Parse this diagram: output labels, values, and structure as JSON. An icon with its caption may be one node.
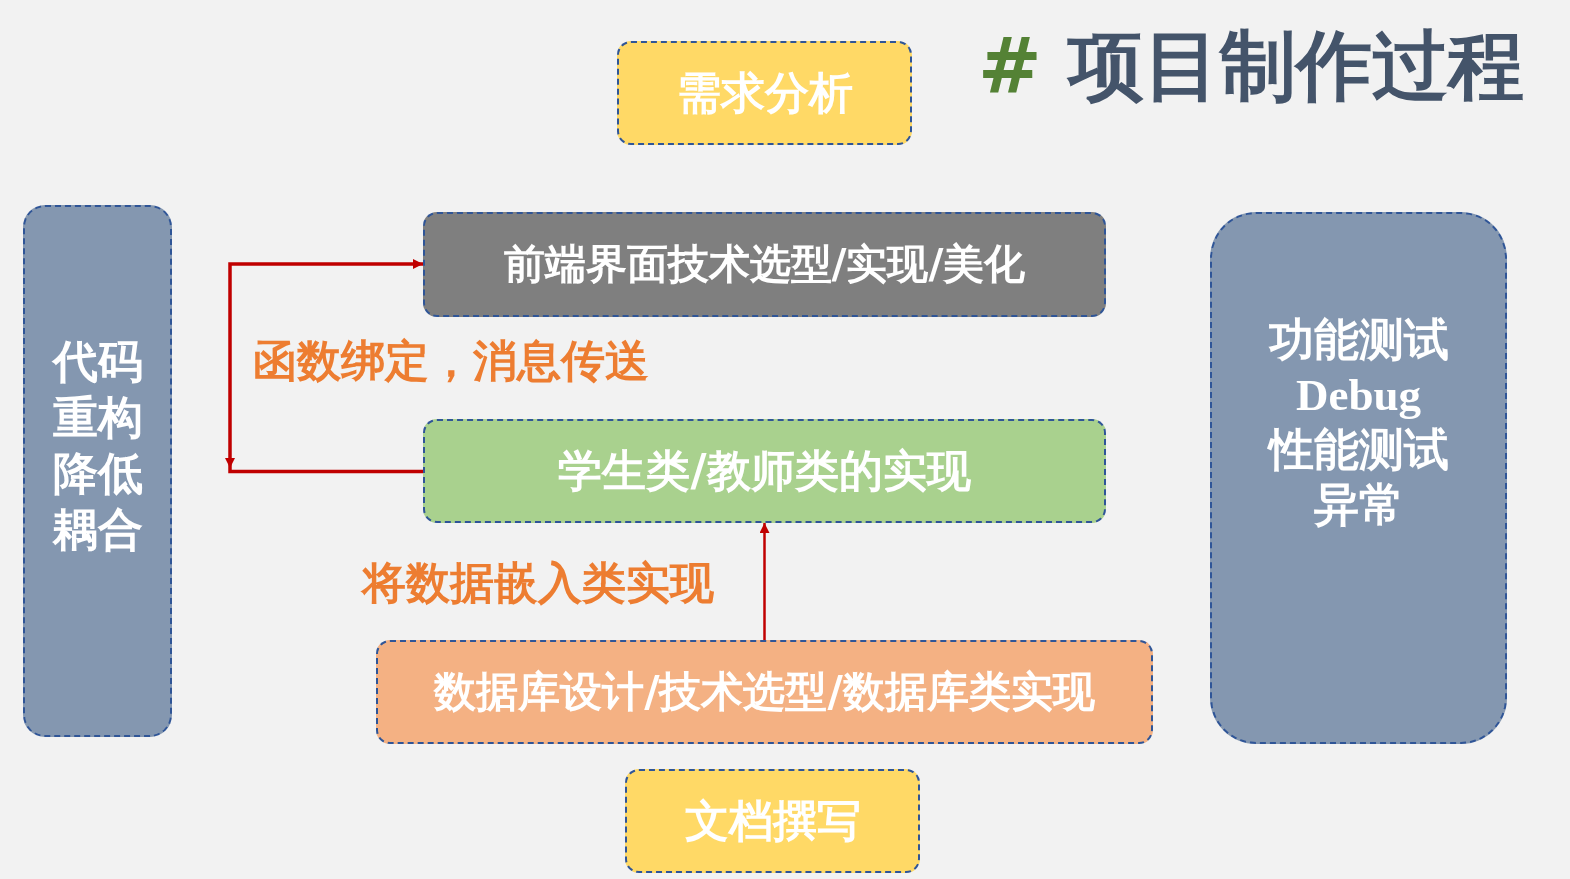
{
  "diagram": {
    "title": "# 项目制作过程",
    "nodes": [
      {
        "text": [
          "需求分析"
        ]
      },
      {
        "text": [
          "代码重构降低耦合"
        ]
      },
      {
        "text": [
          "前端界面技术选型/实现/美化"
        ]
      },
      {
        "text": [
          "学生类/教师类的实现"
        ]
      },
      {
        "text": [
          "数据库设计/技术选型/数据库类实现"
        ]
      },
      {
        "text": [
          "功能测试",
          "Debug",
          "性能测试",
          "异常"
        ]
      },
      {
        "text": [
          "文档撰写"
        ]
      }
    ],
    "edges": [
      {
        "from": 3,
        "to": 2,
        "arrow": "to",
        "label": "函数绑定，消息传送"
      },
      {
        "from": 2,
        "to": null,
        "arrow": "to"
      },
      {
        "from": 4,
        "to": 3,
        "arrow": "to",
        "label": "将数据嵌入类实现"
      }
    ]
  }
}
